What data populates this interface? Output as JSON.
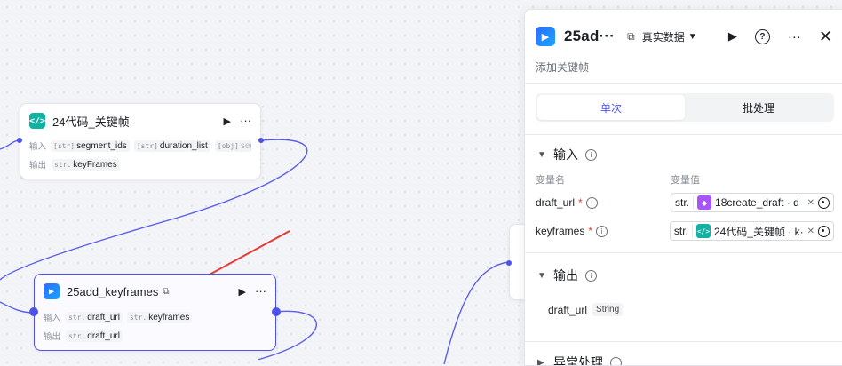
{
  "nodes": {
    "code": {
      "title": "24代码_关键帧",
      "icon": "code-icon",
      "input_label": "输入",
      "output_label": "输出",
      "inputs": [
        {
          "type": "[str]",
          "name": "segment_ids"
        },
        {
          "type": "[str]",
          "name": "duration_list"
        },
        {
          "type": "[obj]",
          "name": "segm"
        }
      ],
      "more": "···",
      "outputs": [
        {
          "type": "str.",
          "name": "keyFrames"
        }
      ]
    },
    "plugin": {
      "title": "25add_keyframes",
      "icon": "plugin-icon",
      "input_label": "输入",
      "output_label": "输出",
      "inputs": [
        {
          "type": "str.",
          "name": "draft_url"
        },
        {
          "type": "str.",
          "name": "keyframes"
        }
      ],
      "outputs": [
        {
          "type": "str.",
          "name": "draft_url"
        }
      ]
    }
  },
  "panel": {
    "title": "25ad···",
    "data_mode": "真实数据",
    "description": "添加关键帧",
    "tabs": [
      "单次",
      "批处理"
    ],
    "active_tab": "单次",
    "input_section": "输入",
    "col_name": "变量名",
    "col_value": "变量值",
    "variables": [
      {
        "name": "draft_url",
        "required_mark": "*",
        "type": "str.",
        "ref": "18create_draft · d",
        "ref_icon": "cube-icon"
      },
      {
        "name": "keyframes",
        "required_mark": "*",
        "type": "str.",
        "ref": "24代码_关键帧 · k·",
        "ref_icon": "code-icon"
      }
    ],
    "output_section": "输出",
    "output_var": {
      "name": "draft_url",
      "type": "String"
    },
    "exception_section": "异常处理"
  },
  "colors": {
    "accent": "#4d53e8",
    "arrow": "#e53935",
    "code_icon": "#12b2a3",
    "plugin_icon": "#2f6bff"
  }
}
